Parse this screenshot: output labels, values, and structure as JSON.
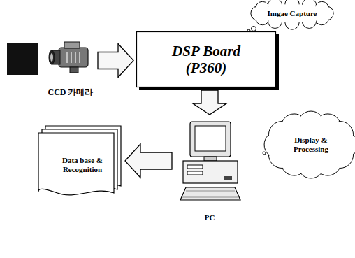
{
  "diagram": {
    "nodes": [
      {
        "text": [
          "CCD 카메라"
        ]
      },
      {
        "text": [
          "DSP Board (P360)"
        ]
      },
      {
        "text": [
          "Imgae Capture"
        ]
      },
      {
        "text": [
          "PC"
        ]
      },
      {
        "text": [
          "Display & Processing"
        ]
      },
      {
        "text": [
          "Data base & Recognition"
        ]
      }
    ],
    "edges": [
      {
        "from": 0,
        "to": 1,
        "arrow": "to"
      },
      {
        "from": 1,
        "to": 3,
        "arrow": "to"
      },
      {
        "from": 3,
        "to": 5,
        "arrow": "to"
      }
    ]
  }
}
